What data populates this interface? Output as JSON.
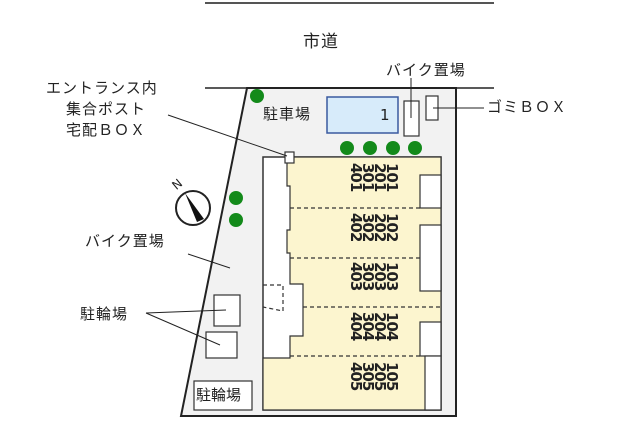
{
  "road": {
    "label": "市道"
  },
  "labels": {
    "entrance": [
      "エントランス内",
      "集合ポスト",
      "宅配ＢＯＸ"
    ],
    "parking": "駐車場",
    "parking_number": "1",
    "bike_top": "バイク置場",
    "garbage": "ゴミＢＯＸ",
    "bike_left": "バイク置場",
    "bicycle_left": "駐輪場",
    "bicycle_box": "駐輪場",
    "compass": "N"
  },
  "units": [
    {
      "column": [
        "401",
        "301",
        "201",
        "101"
      ]
    },
    {
      "column": [
        "402",
        "302",
        "202",
        "102"
      ]
    },
    {
      "column": [
        "403",
        "303",
        "203",
        "103"
      ]
    },
    {
      "column": [
        "404",
        "304",
        "204",
        "104"
      ]
    },
    {
      "column": [
        "405",
        "305",
        "205",
        "105"
      ]
    }
  ],
  "colors": {
    "lot": "#f2f2f2",
    "building": "#fcf5cf",
    "parking": "#d7ebfa",
    "parking_border": "#3a5aa0",
    "tree": "#138a1a",
    "line": "#222222"
  }
}
